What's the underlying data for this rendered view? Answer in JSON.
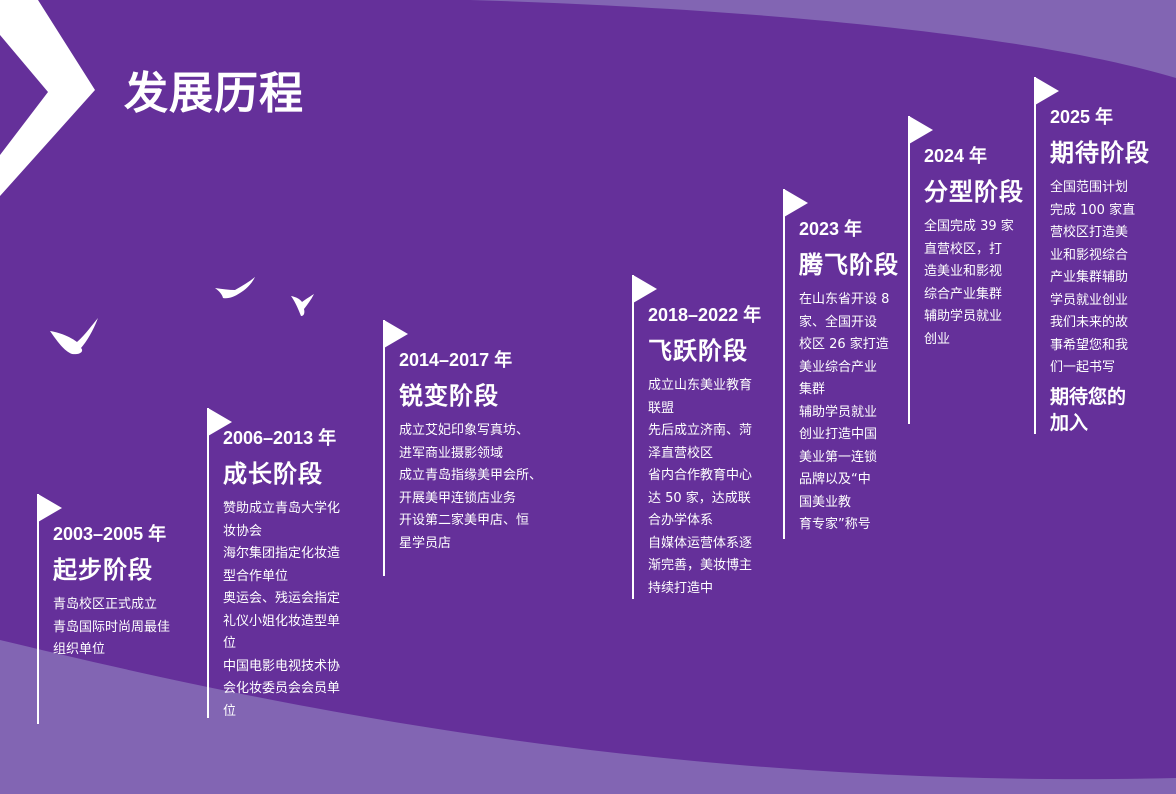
{
  "page": {
    "title": "发展历程",
    "colors": {
      "background": "#65309a",
      "wave": "#7d5aad",
      "text": "#ffffff"
    },
    "icons": [
      "chevron-right-icon",
      "dove-icon",
      "flag-icon"
    ]
  },
  "milestones": [
    {
      "year": "2003–2005 年",
      "stage": "起步阶段",
      "lines": [
        "青岛校区正式成立",
        "青岛国际时尚周最佳",
        "组织单位"
      ]
    },
    {
      "year": "2006–2013 年",
      "stage": "成长阶段",
      "lines": [
        "赞助成立青岛大学化",
        "妆协会",
        "海尔集团指定化妆造",
        "型合作单位",
        "奥运会、残运会指定",
        "礼仪小姐化妆造型单",
        "位",
        "中国电影电视技术协",
        "会化妆委员会会员单",
        "位"
      ]
    },
    {
      "year": "2014–2017 年",
      "stage": "锐变阶段",
      "lines": [
        "成立艾妃印象写真坊、",
        "进军商业摄影领域",
        "成立青岛指缘美甲会所、",
        "开展美甲连锁店业务",
        "开设第二家美甲店、恒",
        "星学员店"
      ]
    },
    {
      "year": "2018–2022 年",
      "stage": "飞跃阶段",
      "lines": [
        "成立山东美业教育",
        "联盟",
        "先后成立济南、菏",
        "泽直营校区",
        "省内合作教育中心",
        "达 50 家，达成联",
        "合办学体系",
        "自媒体运营体系逐",
        "渐完善，美妆博主",
        "持续打造中"
      ]
    },
    {
      "year": "2023 年",
      "stage": "腾飞阶段",
      "lines": [
        "在山东省开设 8",
        "家、全国开设",
        "校区 26 家打造",
        "美业综合产业",
        "集群",
        "辅助学员就业",
        "创业打造中国",
        "美业第一连锁",
        "品牌以及“中",
        "国美业教",
        "育专家”称号"
      ]
    },
    {
      "year": "2024 年",
      "stage": "分型阶段",
      "lines": [
        "全国完成 39 家",
        "直营校区，打",
        "造美业和影视",
        "综合产业集群",
        "辅助学员就业",
        "创业"
      ]
    },
    {
      "year": "2025 年",
      "stage": "期待阶段",
      "lines": [
        "全国范围计划",
        "完成 100 家直",
        "营校区打造美",
        "业和影视综合",
        "产业集群辅助",
        "学员就业创业",
        "我们未来的故",
        "事希望您和我",
        "们一起书写"
      ],
      "closing": [
        "期待您的",
        "加入"
      ]
    }
  ]
}
